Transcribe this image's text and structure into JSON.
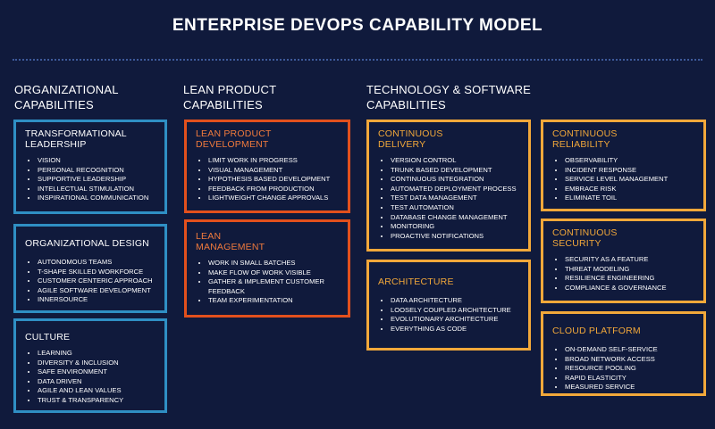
{
  "title": "ENTERPRISE DEVOPS CAPABILITY MODEL",
  "columns": {
    "organizational": {
      "heading_line1": "ORGANIZATIONAL",
      "heading_line2": "CAPABILITIES",
      "boxes": [
        {
          "title_line1": "TRANSFORMATIONAL",
          "title_line2": "LEADERSHIP",
          "items": [
            "VISION",
            "PERSONAL RECOGNITION",
            "SUPPORTIVE LEADERSHIP",
            "INTELLECTUAL STIMULATION",
            "INSPIRATIONAL COMMUNICATION"
          ]
        },
        {
          "title_line1": "ORGANIZATIONAL DESIGN",
          "items": [
            "AUTONOMOUS TEAMS",
            "T-SHAPE SKILLED WORKFORCE",
            "CUSTOMER CENTERIC APPROACH",
            "AGILE SOFTWARE DEVELOPMENT",
            "INNERSOURCE"
          ]
        },
        {
          "title_line1": "CULTURE",
          "items": [
            "LEARNING",
            "DIVERSITY & INCLUSION",
            "SAFE ENVIRONMENT",
            "DATA DRIVEN",
            "AGILE AND LEAN VALUES",
            "TRUST & TRANSPARENCY"
          ]
        }
      ]
    },
    "lean": {
      "heading_line1": "LEAN PRODUCT",
      "heading_line2": "CAPABILITIES",
      "boxes": [
        {
          "title_line1": "LEAN PRODUCT",
          "title_line2": "DEVELOPMENT",
          "items": [
            "LIMIT WORK IN PROGRESS",
            "VISUAL MANAGEMENT",
            "HYPOTHESIS BASED DEVELOPMENT",
            "FEEDBACK FROM PRODUCTION",
            "LIGHTWEIGHT CHANGE APPROVALS"
          ]
        },
        {
          "title_line1": "LEAN",
          "title_line2": "MANAGEMENT",
          "items": [
            "WORK IN SMALL BATCHES",
            "MAKE FLOW OF WORK VISIBLE",
            "GATHER & IMPLEMENT CUSTOMER FEEDBACK",
            "TEAM EXPERIMENTATION"
          ]
        }
      ]
    },
    "technology": {
      "heading_line1": "TECHNOLOGY & SOFTWARE",
      "heading_line2": "CAPABILITIES",
      "boxes": [
        {
          "title_line1": "CONTINUOUS",
          "title_line2": "DELIVERY",
          "items": [
            "VERSION CONTROL",
            "TRUNK BASED DEVELOPMENT",
            "CONTINUOUS INTEGRATION",
            "AUTOMATED DEPLOYMENT PROCESS",
            "TEST DATA MANAGEMENT",
            "TEST AUTOMATION",
            "DATABASE CHANGE MANAGEMENT",
            "MONITORING",
            "PROACTIVE NOTIFICATIONS"
          ]
        },
        {
          "title_line1": "ARCHITECTURE",
          "items": [
            "DATA ARCHITECTURE",
            "LOOSELY COUPLED ARCHITECTURE",
            "EVOLUTIONARY ARCHITECTURE",
            "EVERYTHING AS  CODE"
          ]
        },
        {
          "title_line1": "CONTINUOUS",
          "title_line2": "RELIABILITY",
          "items": [
            "OBSERVABILITY",
            "INCIDENT RESPONSE",
            "SERVICE LEVEL MANAGEMENT",
            "EMBRACE RISK",
            "ELIMINATE TOIL"
          ]
        },
        {
          "title_line1": "CONTINUOUS",
          "title_line2": "SECURITY",
          "items": [
            "SECURITY AS A FEATURE",
            "THREAT MODELING",
            "RESILIENCE ENGINEERING",
            "COMPLIANCE & GOVERNANCE"
          ]
        },
        {
          "title_line1": "CLOUD PLATFORM",
          "items": [
            "ON-DEMAND SELF-SERVICE",
            "BROAD NETWORK ACCESS",
            "RESOURCE POOLING",
            "RAPID ELASTICITY",
            "MEASURED SERVICE"
          ]
        }
      ]
    }
  },
  "colors": {
    "background": "#101a3c",
    "organizational": "#2f8fc4",
    "lean": "#e2501d",
    "technology": "#f2a83a"
  }
}
